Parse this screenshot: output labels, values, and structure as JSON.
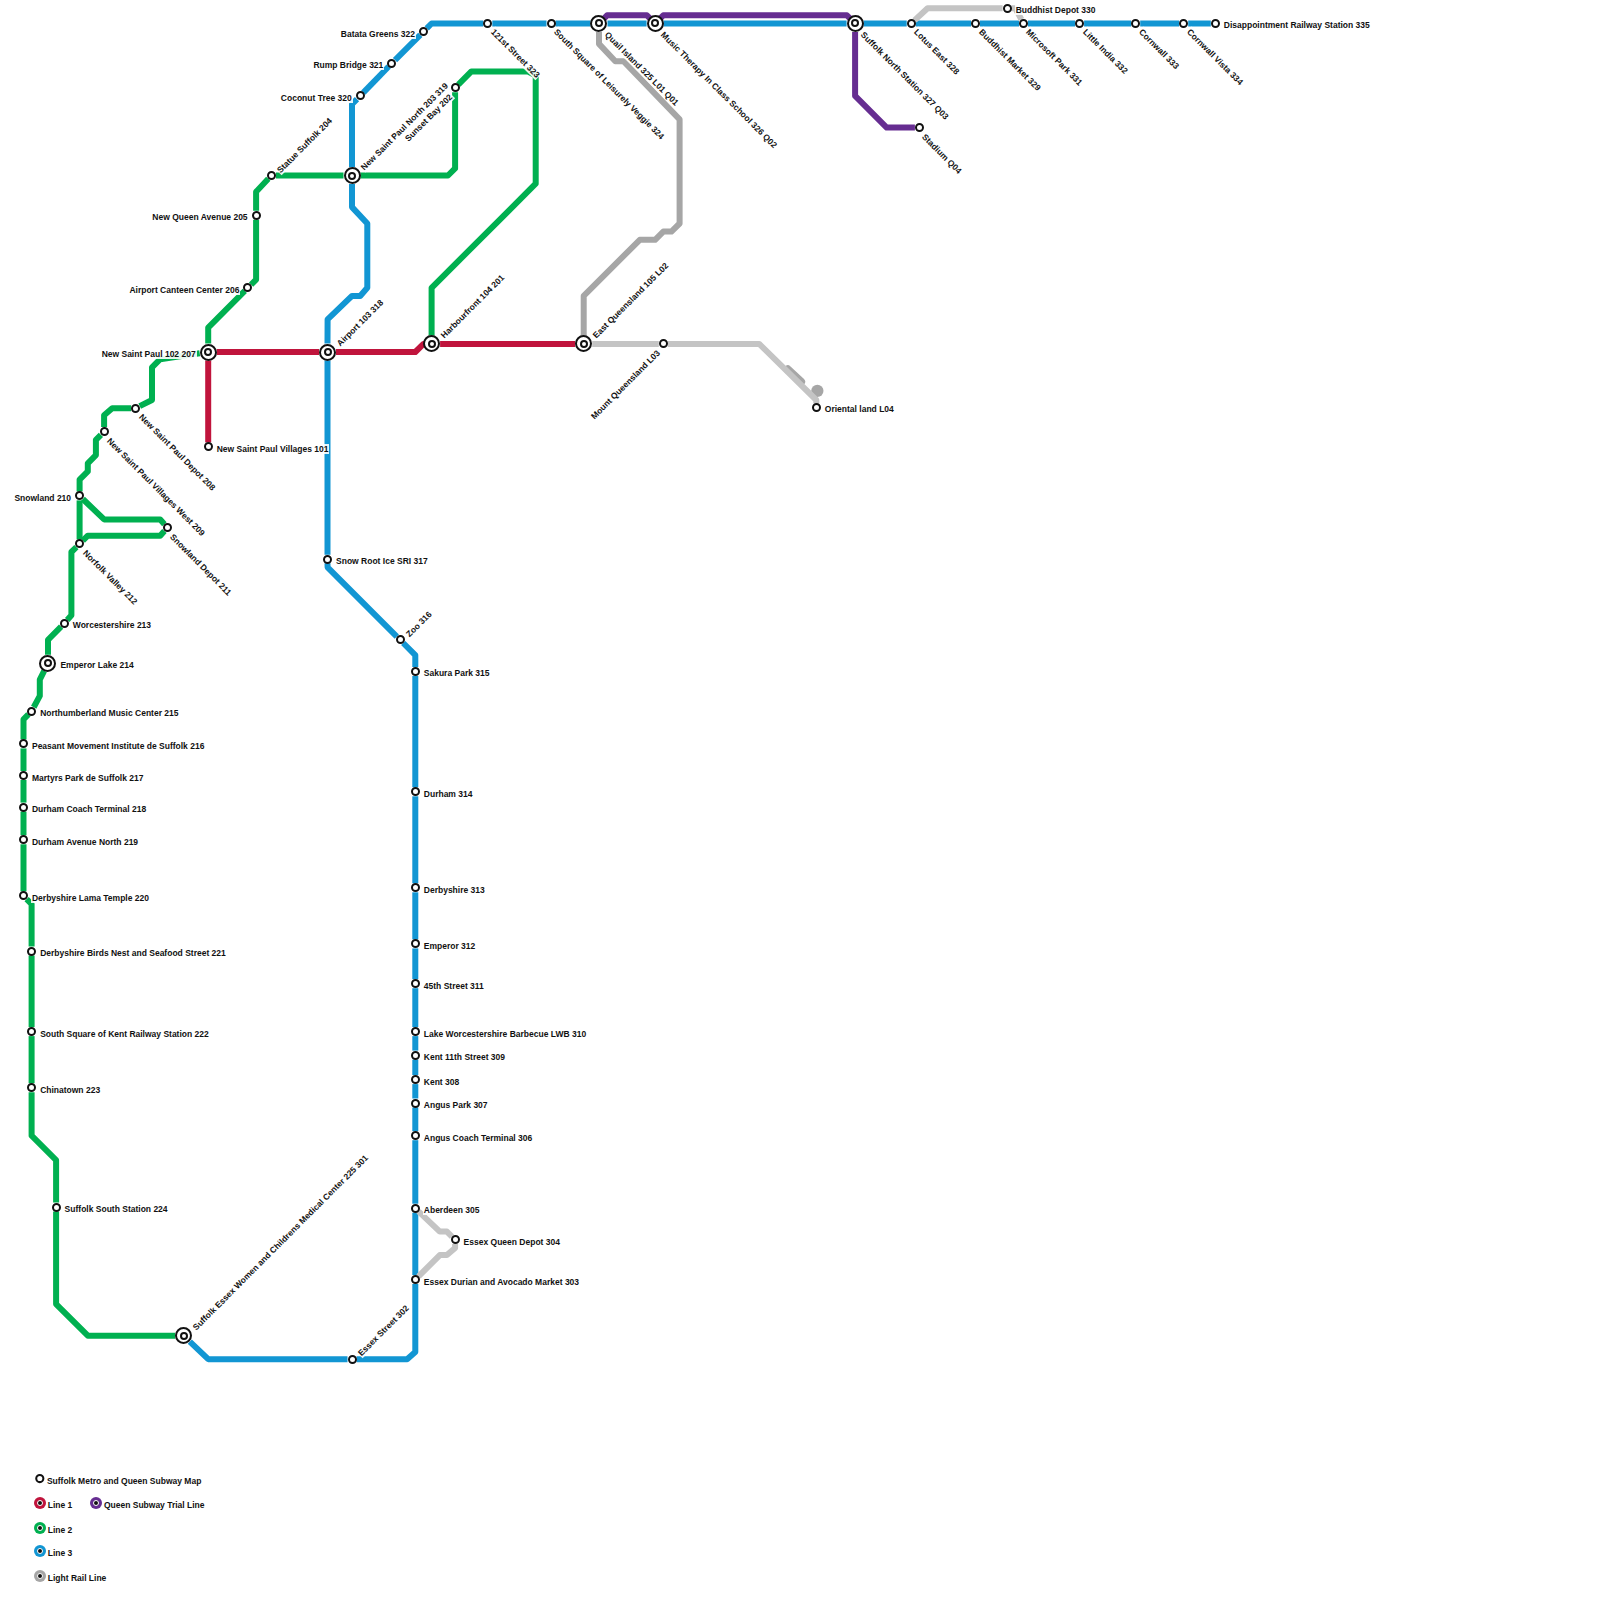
{
  "diagram": {
    "title": "Suffolk Metro and Queen Subway Map",
    "nodes": [
      {
        "text": [
          "New Saint Paul Villages 101"
        ]
      },
      {
        "text": [
          "New Saint Paul 102 207"
        ]
      },
      {
        "text": [
          "Airport 103 318"
        ]
      },
      {
        "text": [
          "Harbourfront 104 201"
        ]
      },
      {
        "text": [
          "East Queensland 105 L02"
        ]
      },
      {
        "text": [
          "Sunset Bay 202"
        ]
      },
      {
        "text": [
          "New Saint Paul North 203 319"
        ]
      },
      {
        "text": [
          "Statue Suffolk 204"
        ]
      },
      {
        "text": [
          "New Queen Avenue 205"
        ]
      },
      {
        "text": [
          "Airport Canteen Center 206"
        ]
      },
      {
        "text": [
          "New Saint Paul Depot 208"
        ]
      },
      {
        "text": [
          "New Saint Paul Villages West 209"
        ]
      },
      {
        "text": [
          "Snowland 210"
        ]
      },
      {
        "text": [
          "Snowland Depot 211"
        ]
      },
      {
        "text": [
          "Norfolk Valley 212"
        ]
      },
      {
        "text": [
          "Worcestershire 213"
        ]
      },
      {
        "text": [
          "Emperor Lake 214"
        ]
      },
      {
        "text": [
          "Northumberland Music Center 215"
        ]
      },
      {
        "text": [
          "Peasant Movement Institute de Suffolk 216"
        ]
      },
      {
        "text": [
          "Martyrs Park de Suffolk 217"
        ]
      },
      {
        "text": [
          "Durham Coach Terminal 218"
        ]
      },
      {
        "text": [
          "Durham Avenue North 219"
        ]
      },
      {
        "text": [
          "Derbyshire Lama Temple 220"
        ]
      },
      {
        "text": [
          "Derbyshire Birds Nest and Seafood Street 221"
        ]
      },
      {
        "text": [
          "South Square of Kent Railway Station 222"
        ]
      },
      {
        "text": [
          "Chinatown 223"
        ]
      },
      {
        "text": [
          "Suffolk South Station 224"
        ]
      },
      {
        "text": [
          "Suffolk Essex Women and Childrens Medical Center 225 301"
        ]
      },
      {
        "text": [
          "Essex Street 302"
        ]
      },
      {
        "text": [
          "Essex Durian and Avocado Market 303"
        ]
      },
      {
        "text": [
          "Essex Queen Depot 304"
        ]
      },
      {
        "text": [
          "Aberdeen 305"
        ]
      },
      {
        "text": [
          "Angus Coach Terminal 306"
        ]
      },
      {
        "text": [
          "Angus Park 307"
        ]
      },
      {
        "text": [
          "Kent 308"
        ]
      },
      {
        "text": [
          "Kent 11th Street 309"
        ]
      },
      {
        "text": [
          "Lake Worcestershire Barbecue LWB 310"
        ]
      },
      {
        "text": [
          "45th Street 311"
        ]
      },
      {
        "text": [
          "Emperor 312"
        ]
      },
      {
        "text": [
          "Derbyshire 313"
        ]
      },
      {
        "text": [
          "Durham 314"
        ]
      },
      {
        "text": [
          "Sakura Park 315"
        ]
      },
      {
        "text": [
          "Zoo 316"
        ]
      },
      {
        "text": [
          "Snow Root Ice SRI 317"
        ]
      },
      {
        "text": [
          "Coconut Tree 320"
        ]
      },
      {
        "text": [
          "Rump Bridge 321"
        ]
      },
      {
        "text": [
          "Batata Greens 322"
        ]
      },
      {
        "text": [
          "121st Street 323"
        ]
      },
      {
        "text": [
          "South Square of Leisurely Veggie 324"
        ]
      },
      {
        "text": [
          "Quail Island 325 L01 Q01"
        ]
      },
      {
        "text": [
          "Music Therapy In Class School 326 Q02"
        ]
      },
      {
        "text": [
          "Suffolk North Station 327 Q03"
        ]
      },
      {
        "text": [
          "Lotus East 328"
        ]
      },
      {
        "text": [
          "Buddhist Market 329"
        ]
      },
      {
        "text": [
          "Buddhist Depot 330"
        ]
      },
      {
        "text": [
          "Microsoft Park 331"
        ]
      },
      {
        "text": [
          "Little India 332"
        ]
      },
      {
        "text": [
          "Cornwall 333"
        ]
      },
      {
        "text": [
          "Cornwall Vista 334"
        ]
      },
      {
        "text": [
          "Disappointment Railway Station 335"
        ]
      },
      {
        "text": [
          "Mount Queensland L03"
        ]
      },
      {
        "text": [
          "Oriental land L04"
        ]
      },
      {
        "text": [
          "Stadium Q04"
        ]
      }
    ],
    "edges": [
      {
        "from": 0,
        "to": 1,
        "arrow": "none"
      },
      {
        "from": 1,
        "to": 2,
        "arrow": "none"
      },
      {
        "from": 2,
        "to": 3,
        "arrow": "none"
      },
      {
        "from": 3,
        "to": 4,
        "arrow": "none"
      },
      {
        "from": 3,
        "to": 5,
        "arrow": "none"
      },
      {
        "from": 5,
        "to": 6,
        "arrow": "none"
      },
      {
        "from": 6,
        "to": 7,
        "arrow": "none"
      },
      {
        "from": 7,
        "to": 8,
        "arrow": "none"
      },
      {
        "from": 8,
        "to": 9,
        "arrow": "none"
      },
      {
        "from": 9,
        "to": 1,
        "arrow": "none"
      },
      {
        "from": 1,
        "to": 10,
        "arrow": "none"
      },
      {
        "from": 10,
        "to": 11,
        "arrow": "none"
      },
      {
        "from": 11,
        "to": 12,
        "arrow": "none"
      },
      {
        "from": 12,
        "to": 13,
        "arrow": "none"
      },
      {
        "from": 13,
        "to": 14,
        "arrow": "none"
      },
      {
        "from": 12,
        "to": 14,
        "arrow": "none"
      },
      {
        "from": 14,
        "to": 15,
        "arrow": "none"
      },
      {
        "from": 15,
        "to": 16,
        "arrow": "none"
      },
      {
        "from": 16,
        "to": 17,
        "arrow": "none"
      },
      {
        "from": 17,
        "to": 18,
        "arrow": "none"
      },
      {
        "from": 18,
        "to": 19,
        "arrow": "none"
      },
      {
        "from": 19,
        "to": 20,
        "arrow": "none"
      },
      {
        "from": 20,
        "to": 21,
        "arrow": "none"
      },
      {
        "from": 21,
        "to": 22,
        "arrow": "none"
      },
      {
        "from": 22,
        "to": 23,
        "arrow": "none"
      },
      {
        "from": 23,
        "to": 24,
        "arrow": "none"
      },
      {
        "from": 24,
        "to": 25,
        "arrow": "none"
      },
      {
        "from": 25,
        "to": 26,
        "arrow": "none"
      },
      {
        "from": 26,
        "to": 27,
        "arrow": "none"
      },
      {
        "from": 27,
        "to": 28,
        "arrow": "none"
      },
      {
        "from": 28,
        "to": 29,
        "arrow": "none"
      },
      {
        "from": 29,
        "to": 31,
        "arrow": "none"
      },
      {
        "from": 31,
        "to": 32,
        "arrow": "none"
      },
      {
        "from": 32,
        "to": 33,
        "arrow": "none"
      },
      {
        "from": 33,
        "to": 34,
        "arrow": "none"
      },
      {
        "from": 34,
        "to": 35,
        "arrow": "none"
      },
      {
        "from": 35,
        "to": 36,
        "arrow": "none"
      },
      {
        "from": 36,
        "to": 37,
        "arrow": "none"
      },
      {
        "from": 37,
        "to": 38,
        "arrow": "none"
      },
      {
        "from": 38,
        "to": 39,
        "arrow": "none"
      },
      {
        "from": 39,
        "to": 40,
        "arrow": "none"
      },
      {
        "from": 40,
        "to": 41,
        "arrow": "none"
      },
      {
        "from": 41,
        "to": 42,
        "arrow": "none"
      },
      {
        "from": 42,
        "to": 43,
        "arrow": "none"
      },
      {
        "from": 43,
        "to": 2,
        "arrow": "none"
      },
      {
        "from": 2,
        "to": 6,
        "arrow": "none"
      },
      {
        "from": 6,
        "to": 44,
        "arrow": "none"
      },
      {
        "from": 44,
        "to": 45,
        "arrow": "none"
      },
      {
        "from": 45,
        "to": 46,
        "arrow": "none"
      },
      {
        "from": 46,
        "to": 47,
        "arrow": "none"
      },
      {
        "from": 47,
        "to": 48,
        "arrow": "none"
      },
      {
        "from": 48,
        "to": 49,
        "arrow": "none"
      },
      {
        "from": 49,
        "to": 50,
        "arrow": "none"
      },
      {
        "from": 50,
        "to": 51,
        "arrow": "none"
      },
      {
        "from": 51,
        "to": 52,
        "arrow": "none"
      },
      {
        "from": 52,
        "to": 53,
        "arrow": "none"
      },
      {
        "from": 53,
        "to": 55,
        "arrow": "none"
      },
      {
        "from": 55,
        "to": 56,
        "arrow": "none"
      },
      {
        "from": 56,
        "to": 57,
        "arrow": "none"
      },
      {
        "from": 57,
        "to": 58,
        "arrow": "none"
      },
      {
        "from": 58,
        "to": 59,
        "arrow": "none"
      },
      {
        "from": 49,
        "to": 4,
        "arrow": "none"
      },
      {
        "from": 4,
        "to": 60,
        "arrow": "none"
      },
      {
        "from": 60,
        "to": 61,
        "arrow": "none"
      },
      {
        "from": 52,
        "to": 54,
        "arrow": "none"
      },
      {
        "from": 54,
        "to": 55,
        "arrow": "none"
      },
      {
        "from": 31,
        "to": 30,
        "arrow": "none"
      },
      {
        "from": 30,
        "to": 29,
        "arrow": "none"
      },
      {
        "from": 49,
        "to": 50,
        "arrow": "none"
      },
      {
        "from": 50,
        "to": 51,
        "arrow": "none"
      },
      {
        "from": 51,
        "to": 62,
        "arrow": "none"
      }
    ],
    "legend": [
      {
        "text": "Line 1",
        "color": "#c0143c"
      },
      {
        "text": "Queen Subway Trial Line",
        "color": "#662d91"
      },
      {
        "text": "Line 2",
        "color": "#00b050"
      },
      {
        "text": "Line 3",
        "color": "#1296d3"
      },
      {
        "text": "Light Rail Line",
        "color": "#a6a6a6"
      }
    ]
  }
}
